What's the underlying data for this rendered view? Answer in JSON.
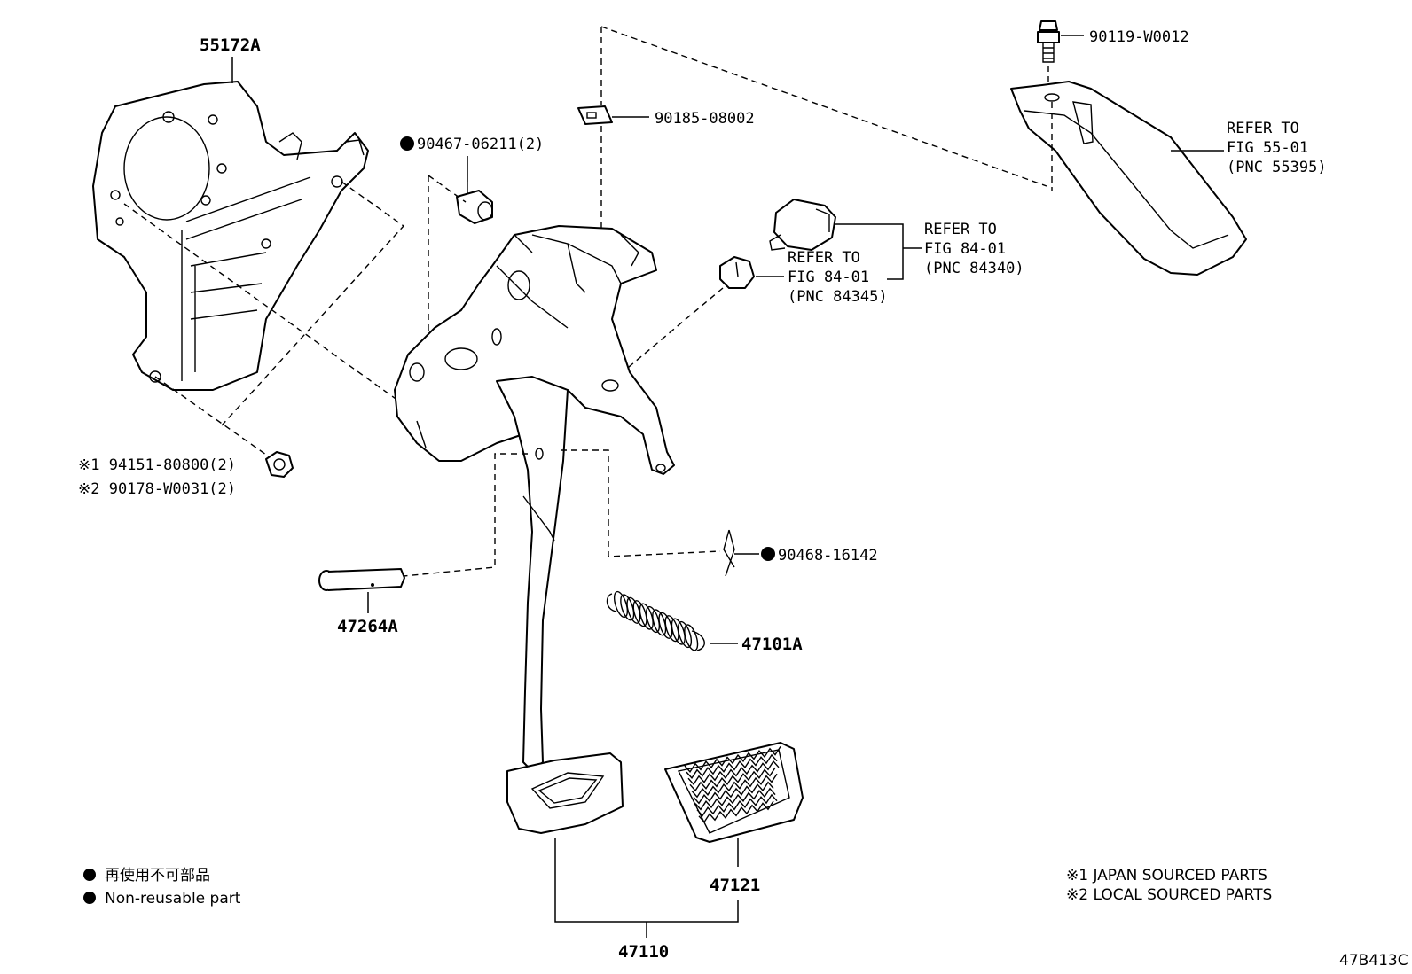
{
  "labels": {
    "bracket": "55172A",
    "clip_top": "90185-08002",
    "bushing": "90467-06211(2)",
    "bolt": "90119-W0012",
    "refer_55": [
      "REFER TO",
      "FIG 55-01",
      "(PNC 55395)"
    ],
    "refer_84340": [
      "REFER TO",
      "FIG 84-01",
      "(PNC 84340)"
    ],
    "refer_84345": [
      "REFER TO",
      "FIG 84-01",
      "(PNC 84345)"
    ],
    "nut_1": "※1 94151-80800(2)",
    "nut_2": "※2 90178-W0031(2)",
    "pin": "47264A",
    "clip_r": "90468-16142",
    "spring": "47101A",
    "pad": "47121",
    "pedal": "47110",
    "figure_code": "47B413C"
  },
  "legend": {
    "jp": "再使用不可部品",
    "en": "Non-reusable part",
    "japan": "※1 JAPAN SOURCED PARTS",
    "local": "※2 LOCAL SOURCED PARTS"
  }
}
